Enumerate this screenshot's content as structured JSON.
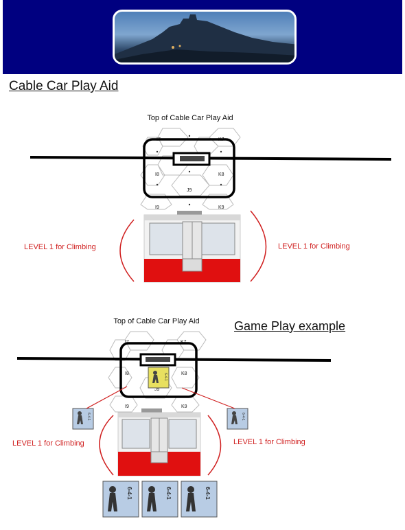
{
  "page": {
    "heading": "Cable Car Play Aid"
  },
  "aid": {
    "caption": "Top of Cable Car Play Aid",
    "hex_labels": [
      "I7",
      "K7",
      "I8",
      "K8",
      "J9",
      "I9",
      "K9"
    ],
    "level_left": "LEVEL 1 for Climbing",
    "level_right": "LEVEL 1 for Climbing"
  },
  "example": {
    "heading": "Game Play example",
    "caption": "Top of Cable Car Play Aid",
    "hex_labels": [
      "I7",
      "K7",
      "I8",
      "K8",
      "J9",
      "I9",
      "K9"
    ],
    "level_left": "LEVEL 1 for Climbing",
    "level_right": "LEVEL 1 for Climbing",
    "counter_value": "6-4-1"
  },
  "colors": {
    "banner": "#000080",
    "level_text": "#d02020",
    "car_red": "#e01010",
    "counter_blue": "#b8cce4",
    "counter_yellow": "#e8e060"
  }
}
